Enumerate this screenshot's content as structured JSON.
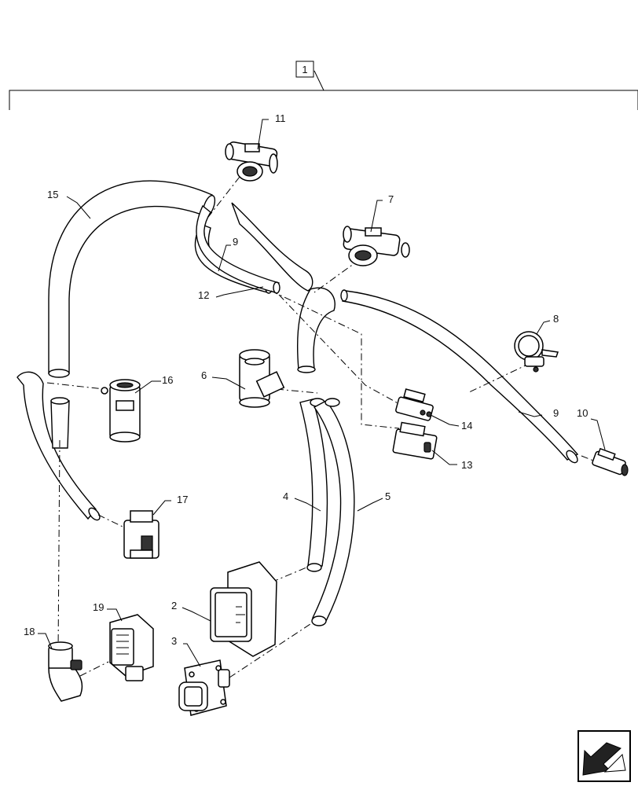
{
  "diagram": {
    "assembly_label": "1",
    "callouts": {
      "c2": "2",
      "c3": "3",
      "c4": "4",
      "c5": "5",
      "c6": "6",
      "c7": "7",
      "c8": "8",
      "c9a": "9",
      "c9b": "9",
      "c10": "10",
      "c11": "11",
      "c12": "12",
      "c13": "13",
      "c14": "14",
      "c15": "15",
      "c16": "16",
      "c17": "17",
      "c18": "18",
      "c19": "19"
    },
    "nav_icon": "arrow-icon"
  }
}
